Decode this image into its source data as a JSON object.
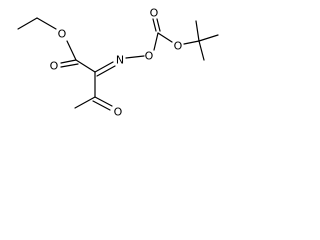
{
  "molecule": {
    "atom_labels": {
      "ester_ether_o": "O",
      "ester_carbonyl_o": "O",
      "imine_n": "N",
      "oxime_o": "O",
      "carbonate_carbonyl_o": "O",
      "carbonate_ether_o": "O",
      "ketone_o": "O"
    }
  }
}
